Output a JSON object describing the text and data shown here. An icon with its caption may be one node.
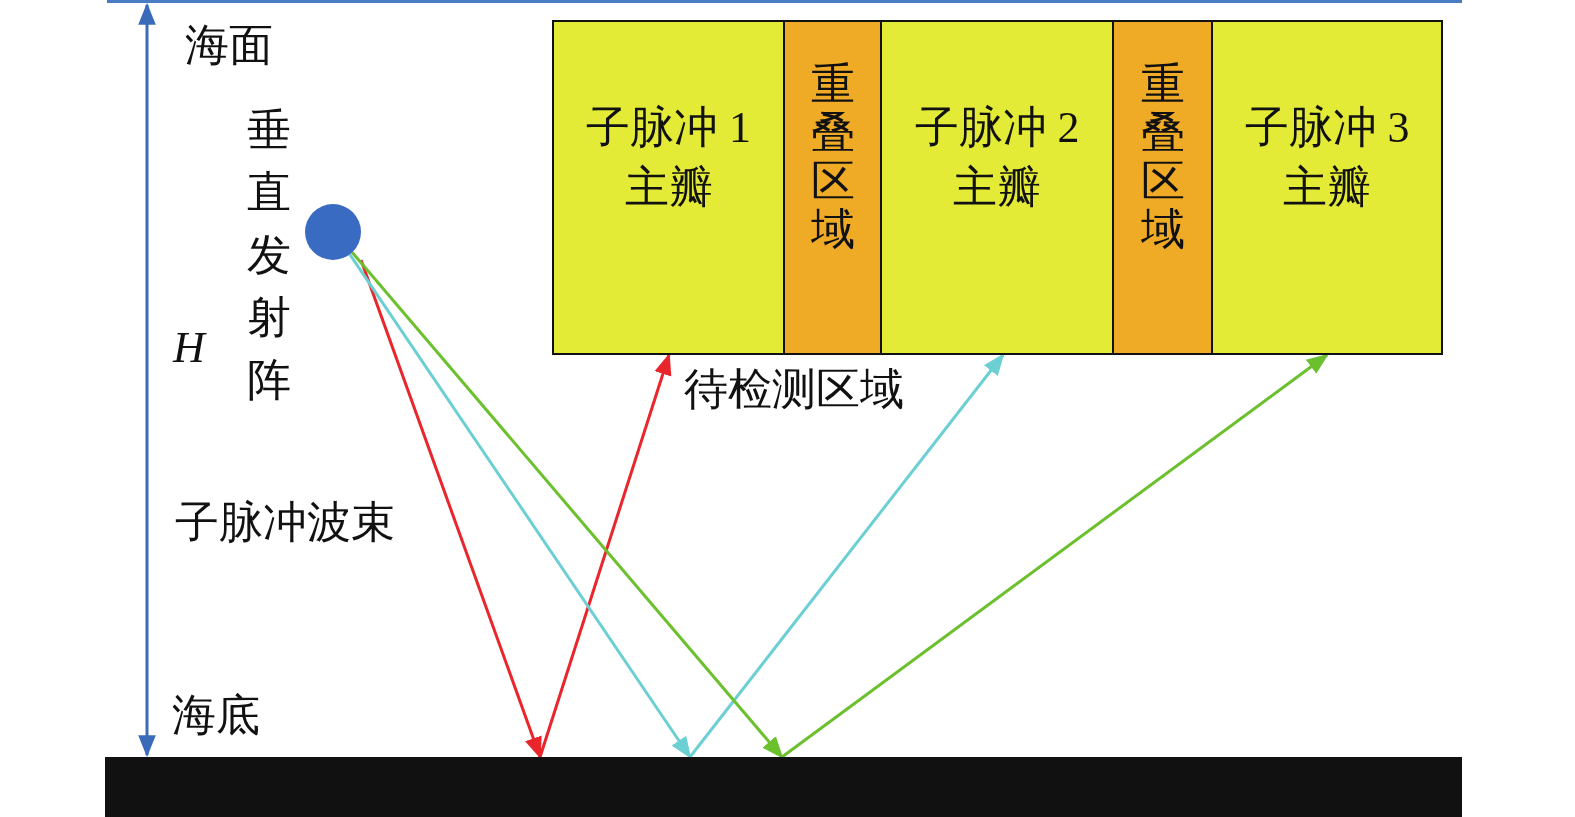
{
  "diagram": {
    "nodes": [
      {
        "text": [],
        "shape": "circle",
        "beside": [
          "垂直发射阵"
        ]
      },
      {
        "text": [],
        "shape": "bar",
        "beside": [
          "海底"
        ]
      },
      {
        "text": [
          "待检测区域"
        ]
      },
      {
        "text": [
          "子脉冲 1 主瓣"
        ],
        "in": 2
      },
      {
        "text": [
          "重叠区域"
        ],
        "in": 2
      },
      {
        "text": [
          "子脉冲 2 主瓣"
        ],
        "in": 2
      },
      {
        "text": [
          "重叠区域"
        ],
        "in": 2
      },
      {
        "text": [
          "子脉冲 3 主瓣"
        ],
        "in": 2
      }
    ],
    "edges": [
      {
        "from": 0,
        "to": 1,
        "arrow": "to",
        "color": "#e8262b"
      },
      {
        "from": 1,
        "to": 3,
        "arrow": "to",
        "color": "#e8262b"
      },
      {
        "from": 0,
        "to": 1,
        "arrow": "to",
        "color": "#6ccfd3"
      },
      {
        "from": 1,
        "to": 5,
        "arrow": "to",
        "color": "#6ccfd3"
      },
      {
        "from": 0,
        "to": 1,
        "arrow": "to",
        "color": "#6cc02e"
      },
      {
        "from": 1,
        "to": 7,
        "arrow": "to",
        "color": "#6cc02e"
      }
    ],
    "labels": [
      "海面",
      "H",
      "子脉冲波束"
    ]
  }
}
